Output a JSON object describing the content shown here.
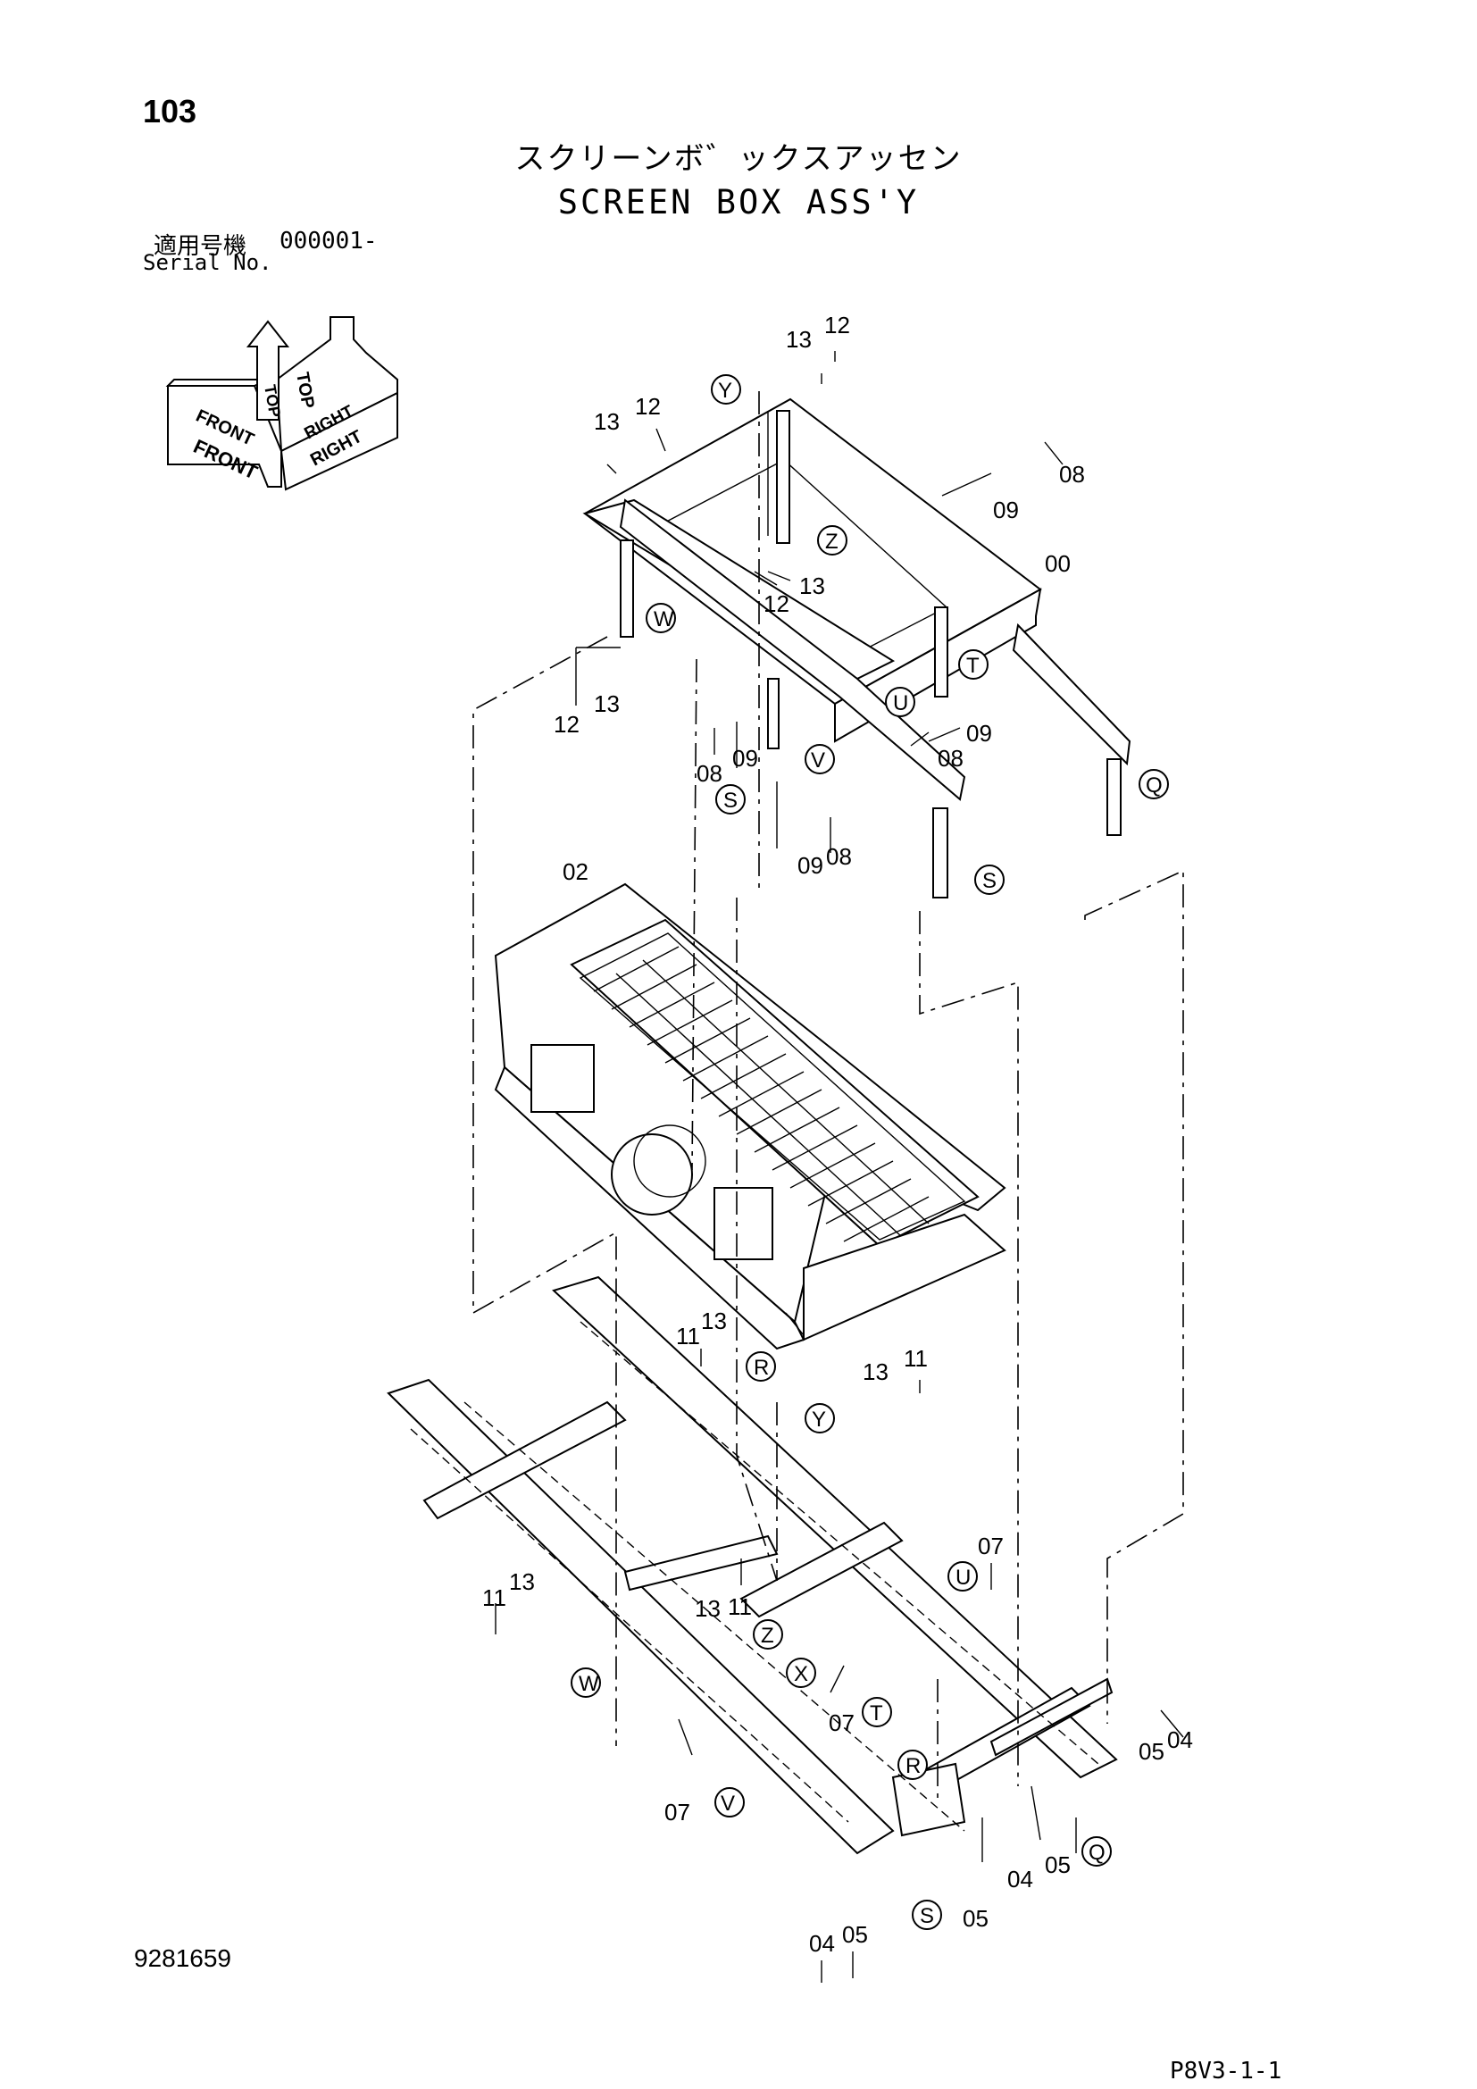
{
  "header": {
    "page_number": "103",
    "title_jp": "スクリーンボ゛ックスアッセン",
    "title_en": "SCREEN BOX ASS'Y",
    "serial_label_jp": "適用号機",
    "serial_value": "000001-",
    "serial_label_en": "Serial No."
  },
  "orientation": {
    "top": "TOP",
    "front": "FRONT",
    "right": "RIGHT"
  },
  "part_numbers": [
    "00",
    "02",
    "04",
    "05",
    "07",
    "08",
    "09",
    "11",
    "12",
    "13"
  ],
  "connection_letters": [
    "Q",
    "R",
    "S",
    "T",
    "U",
    "V",
    "W",
    "X",
    "Y",
    "Z"
  ],
  "footer": {
    "document_number": "9281659",
    "page_reference": "P8V3-1-1"
  }
}
